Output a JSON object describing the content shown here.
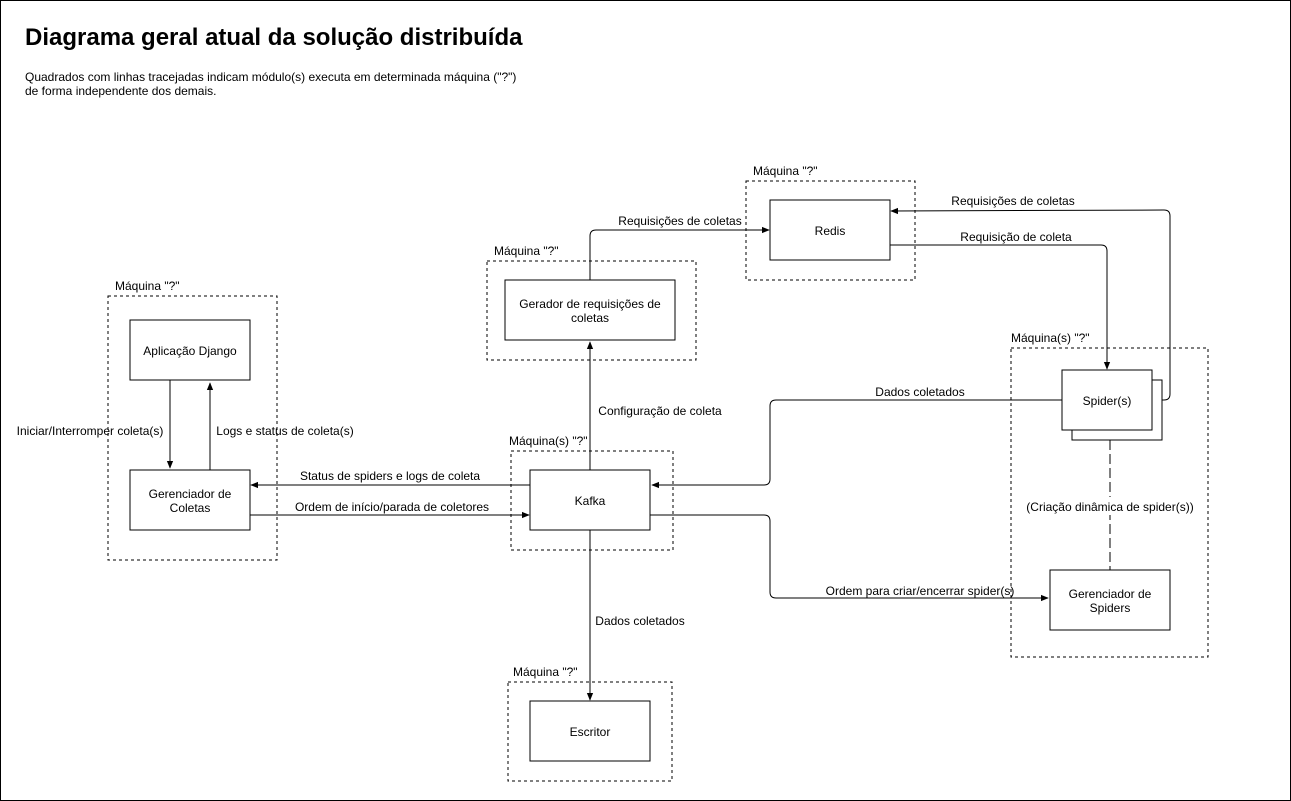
{
  "title": "Diagrama geral atual da solução distribuída",
  "subtitle_lines": [
    "Quadrados com linhas tracejadas indicam módulo(s) executa em determinada máquina (\"?\")",
    "de forma independente dos demais."
  ],
  "machines": {
    "django_machine": "Máquina \"?\"",
    "generator_machine": "Máquina \"?\"",
    "redis_machine": "Máquina \"?\"",
    "kafka_machine": "Máquina(s) \"?\"",
    "spider_machine": "Máquina(s) \"?\"",
    "writer_machine": "Máquina \"?\""
  },
  "nodes": {
    "django_app": "Aplicação Django",
    "collection_manager": [
      "Gerenciador de",
      "Coletas"
    ],
    "request_generator": [
      "Gerador de requisições de",
      "coletas"
    ],
    "redis": "Redis",
    "kafka": "Kafka",
    "spiders": "Spider(s)",
    "spider_manager": [
      "Gerenciador de",
      "Spiders"
    ],
    "writer": "Escritor"
  },
  "edges": {
    "start_stop_collection": "Iniciar/Interromper coleta(s)",
    "logs_and_status": "Logs e status de coleta(s)",
    "spider_status_logs": "Status de spiders e logs de coleta",
    "collector_start_stop_order": "Ordem de início/parada de coletores",
    "collection_config": "Configuração de coleta",
    "collection_requests_to_redis": "Requisições de coletas",
    "collection_requests_from_spiders": "Requisições de coletas",
    "collection_request_to_spider": "Requisição de coleta",
    "collected_data_to_kafka": "Dados coletados",
    "collected_data_to_writer": "Dados coletados",
    "spider_create_order": "Ordem para criar/encerrar spider(s)",
    "dynamic_spider_creation": "(Criação dinâmica de spider(s))"
  }
}
